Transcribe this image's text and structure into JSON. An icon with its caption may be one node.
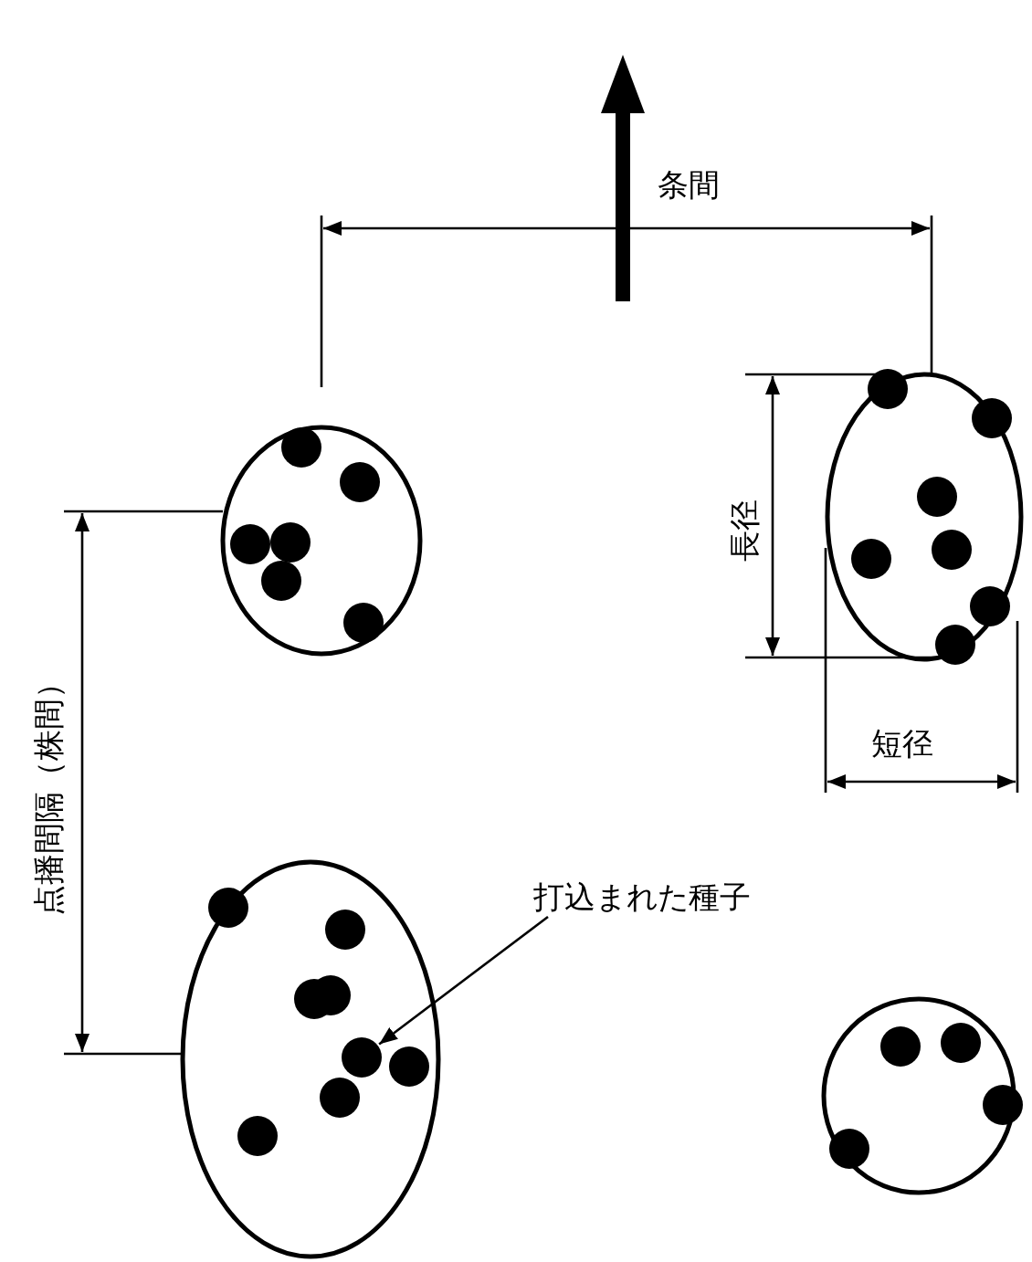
{
  "diagram": {
    "nodes": [
      {
        "text": [
          "打込まれた種子"
        ]
      },
      {
        "text": [],
        "shape": "circle"
      }
    ],
    "edges": [
      {
        "from": 0,
        "to": 1,
        "arrow": "to"
      }
    ],
    "labels": [
      "条間",
      "長径",
      "短径",
      "点播間隔（株間）"
    ]
  }
}
